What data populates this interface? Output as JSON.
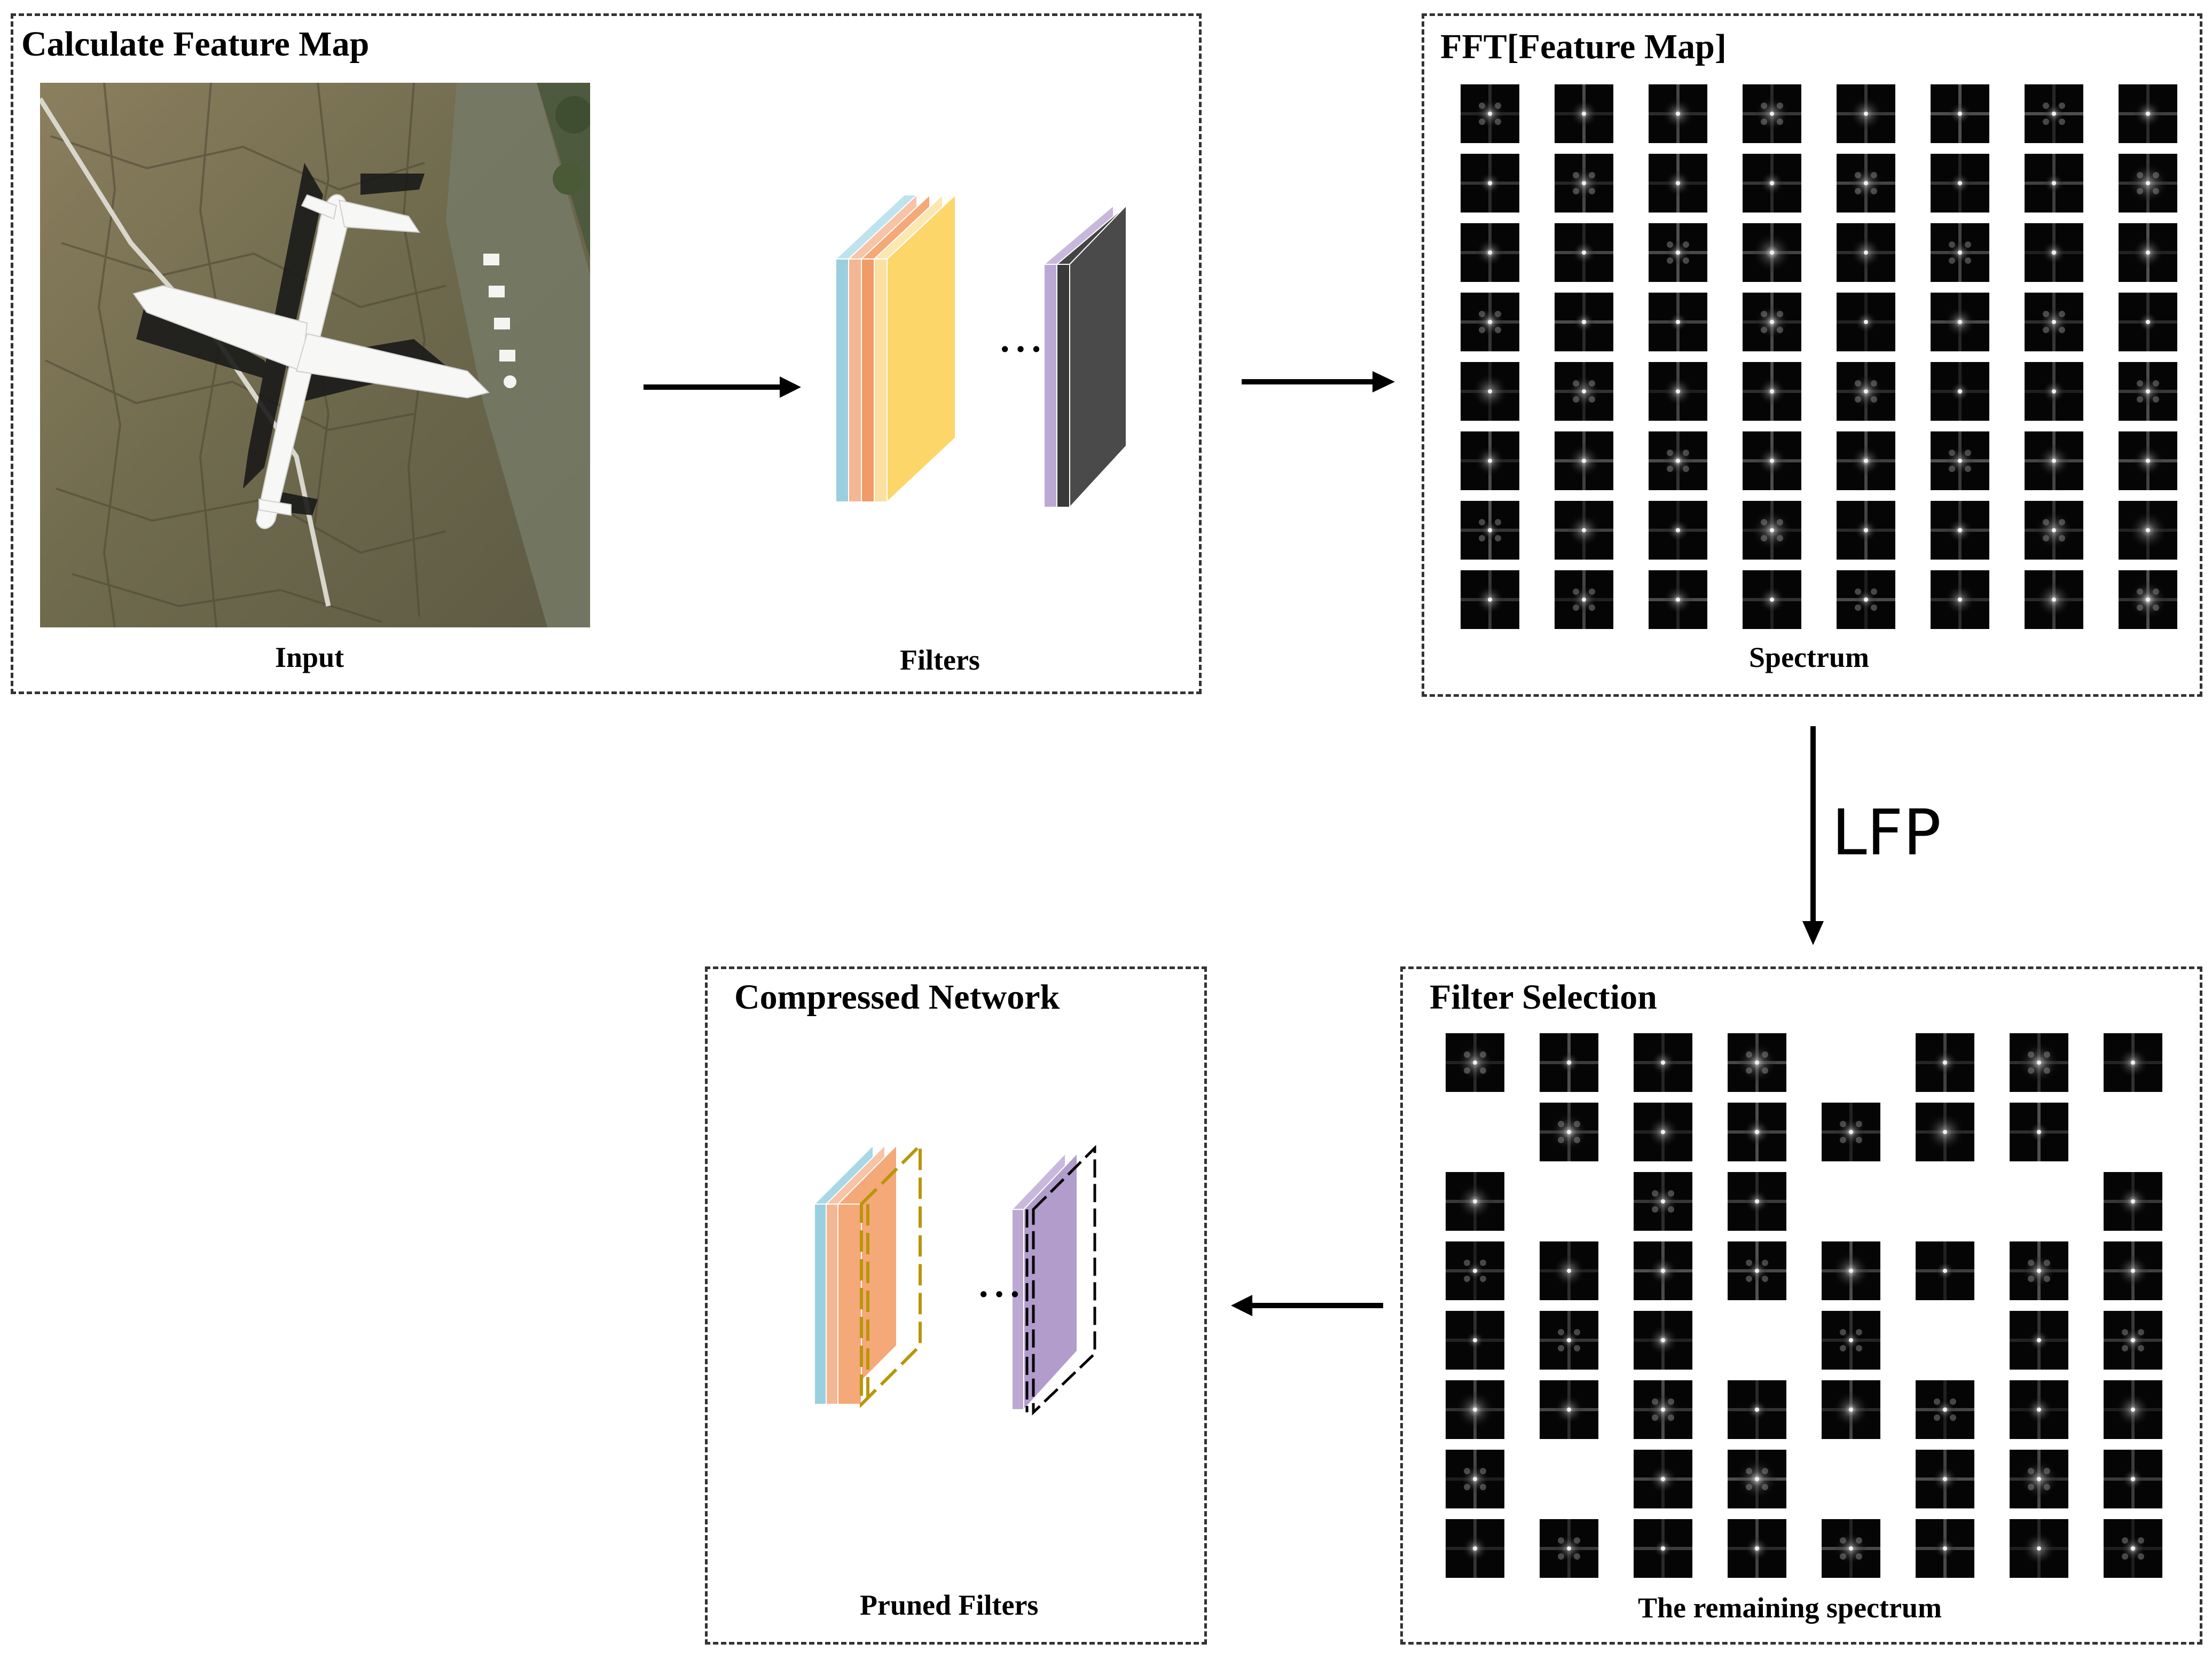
{
  "panels": {
    "calculate": {
      "title": "Calculate Feature Map",
      "input_caption": "Input",
      "filters_caption": "Filters"
    },
    "fft": {
      "title": "FFT[Feature Map]",
      "caption": "Spectrum"
    },
    "selection": {
      "title": "Filter Selection",
      "caption": "The remaining spectrum"
    },
    "compressed": {
      "title": "Compressed Network",
      "caption": "Pruned Filters"
    }
  },
  "lfp_label": "LFP",
  "ellipsis": "···",
  "colors": {
    "border": "#333333",
    "arrow": "#000000",
    "blue": "#a8d8e6",
    "peach": "#f7c4a6",
    "orange": "#f5a878",
    "light_yellow": "#fde7b0",
    "yellow": "#fdd66a",
    "lavender": "#c8b8dc",
    "purple": "#b19ccb",
    "dark_gray": "#444444",
    "dashed_gold": "#b8960a"
  },
  "remaining_mask": [
    [
      1,
      1,
      1,
      1,
      0,
      1,
      1,
      1
    ],
    [
      0,
      1,
      1,
      1,
      1,
      1,
      1,
      0
    ],
    [
      1,
      0,
      1,
      1,
      0,
      0,
      0,
      1
    ],
    [
      1,
      1,
      1,
      1,
      1,
      1,
      1,
      1
    ],
    [
      1,
      1,
      1,
      0,
      1,
      0,
      1,
      1
    ],
    [
      1,
      1,
      1,
      1,
      1,
      1,
      1,
      1
    ],
    [
      1,
      0,
      1,
      1,
      0,
      1,
      1,
      1
    ],
    [
      1,
      1,
      1,
      1,
      1,
      1,
      1,
      1
    ]
  ]
}
